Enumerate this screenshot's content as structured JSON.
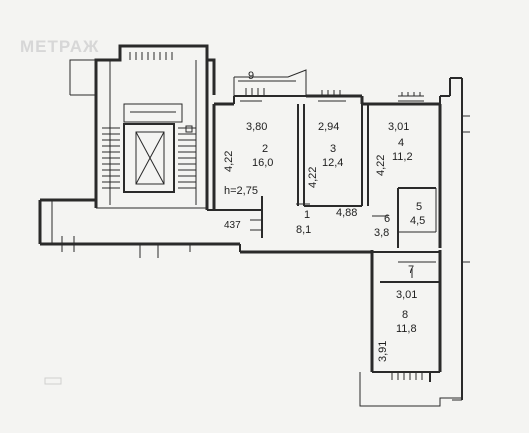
{
  "watermark": "МЕТРАЖ",
  "balcony_label": "9",
  "height_label": "h=2,75",
  "rooms": [
    {
      "id": "2",
      "area": "16,0",
      "width": "3,80",
      "depth": "4,22"
    },
    {
      "id": "3",
      "area": "12,4",
      "width": "2,94",
      "depth": "4,22"
    },
    {
      "id": "4",
      "area": "11,2",
      "width": "3,01",
      "depth": "4,22"
    },
    {
      "id": "1",
      "area": "8,1",
      "length": "4,88"
    },
    {
      "id": "5",
      "area": "4,5"
    },
    {
      "id": "6",
      "area": "3,8"
    },
    {
      "id": "7"
    },
    {
      "id": "8",
      "area": "11,8",
      "width": "3,01",
      "depth": "3,91"
    }
  ],
  "extra_dimension": "437"
}
